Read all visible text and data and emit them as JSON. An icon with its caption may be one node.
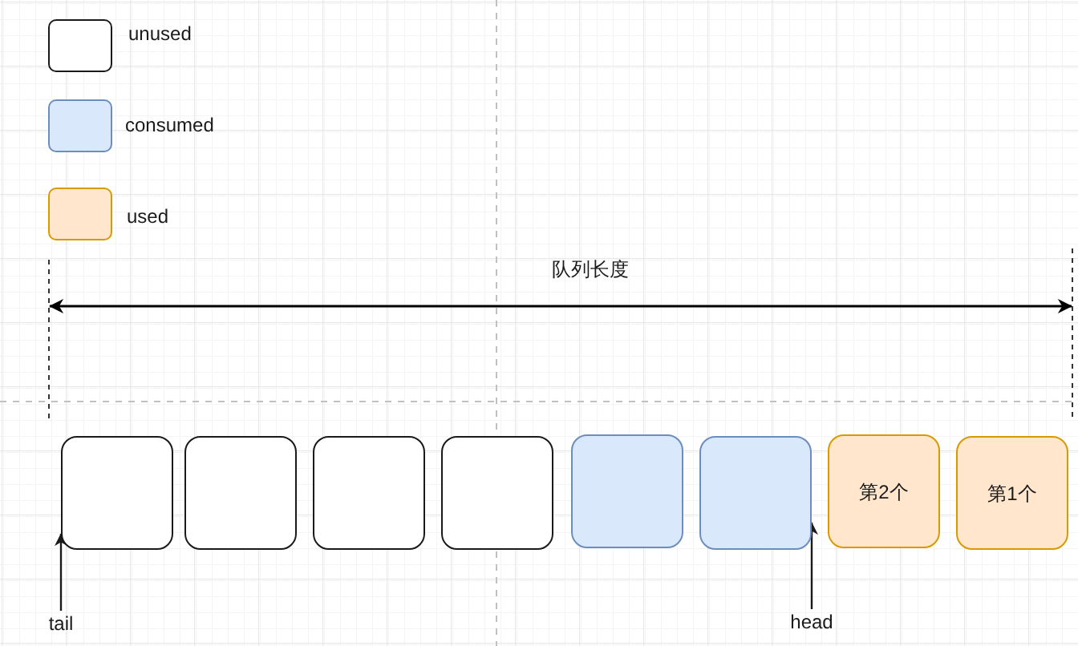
{
  "diagram": {
    "nodes": [
      {
        "text": [],
        "shape": "box"
      },
      {
        "text": [],
        "shape": "box"
      },
      {
        "text": [],
        "shape": "box"
      },
      {
        "text": [],
        "shape": "box"
      },
      {
        "text": [],
        "shape": "box"
      },
      {
        "text": [],
        "shape": "box"
      },
      {
        "text": [
          "第2个"
        ]
      },
      {
        "text": [
          "第1个"
        ]
      },
      {
        "text": [
          "tail"
        ]
      },
      {
        "text": [
          "head"
        ]
      }
    ],
    "edges": [
      {
        "from": 8,
        "to": 0,
        "arrow": "to"
      },
      {
        "from": 9,
        "to": 5,
        "arrow": "to"
      }
    ],
    "labels": [
      "队列长度"
    ],
    "legend": [
      {
        "text": "unused",
        "color": "#ffffff"
      },
      {
        "text": "consumed",
        "color": "#dae8fc"
      },
      {
        "text": "used",
        "color": "#ffe6cc"
      }
    ]
  }
}
